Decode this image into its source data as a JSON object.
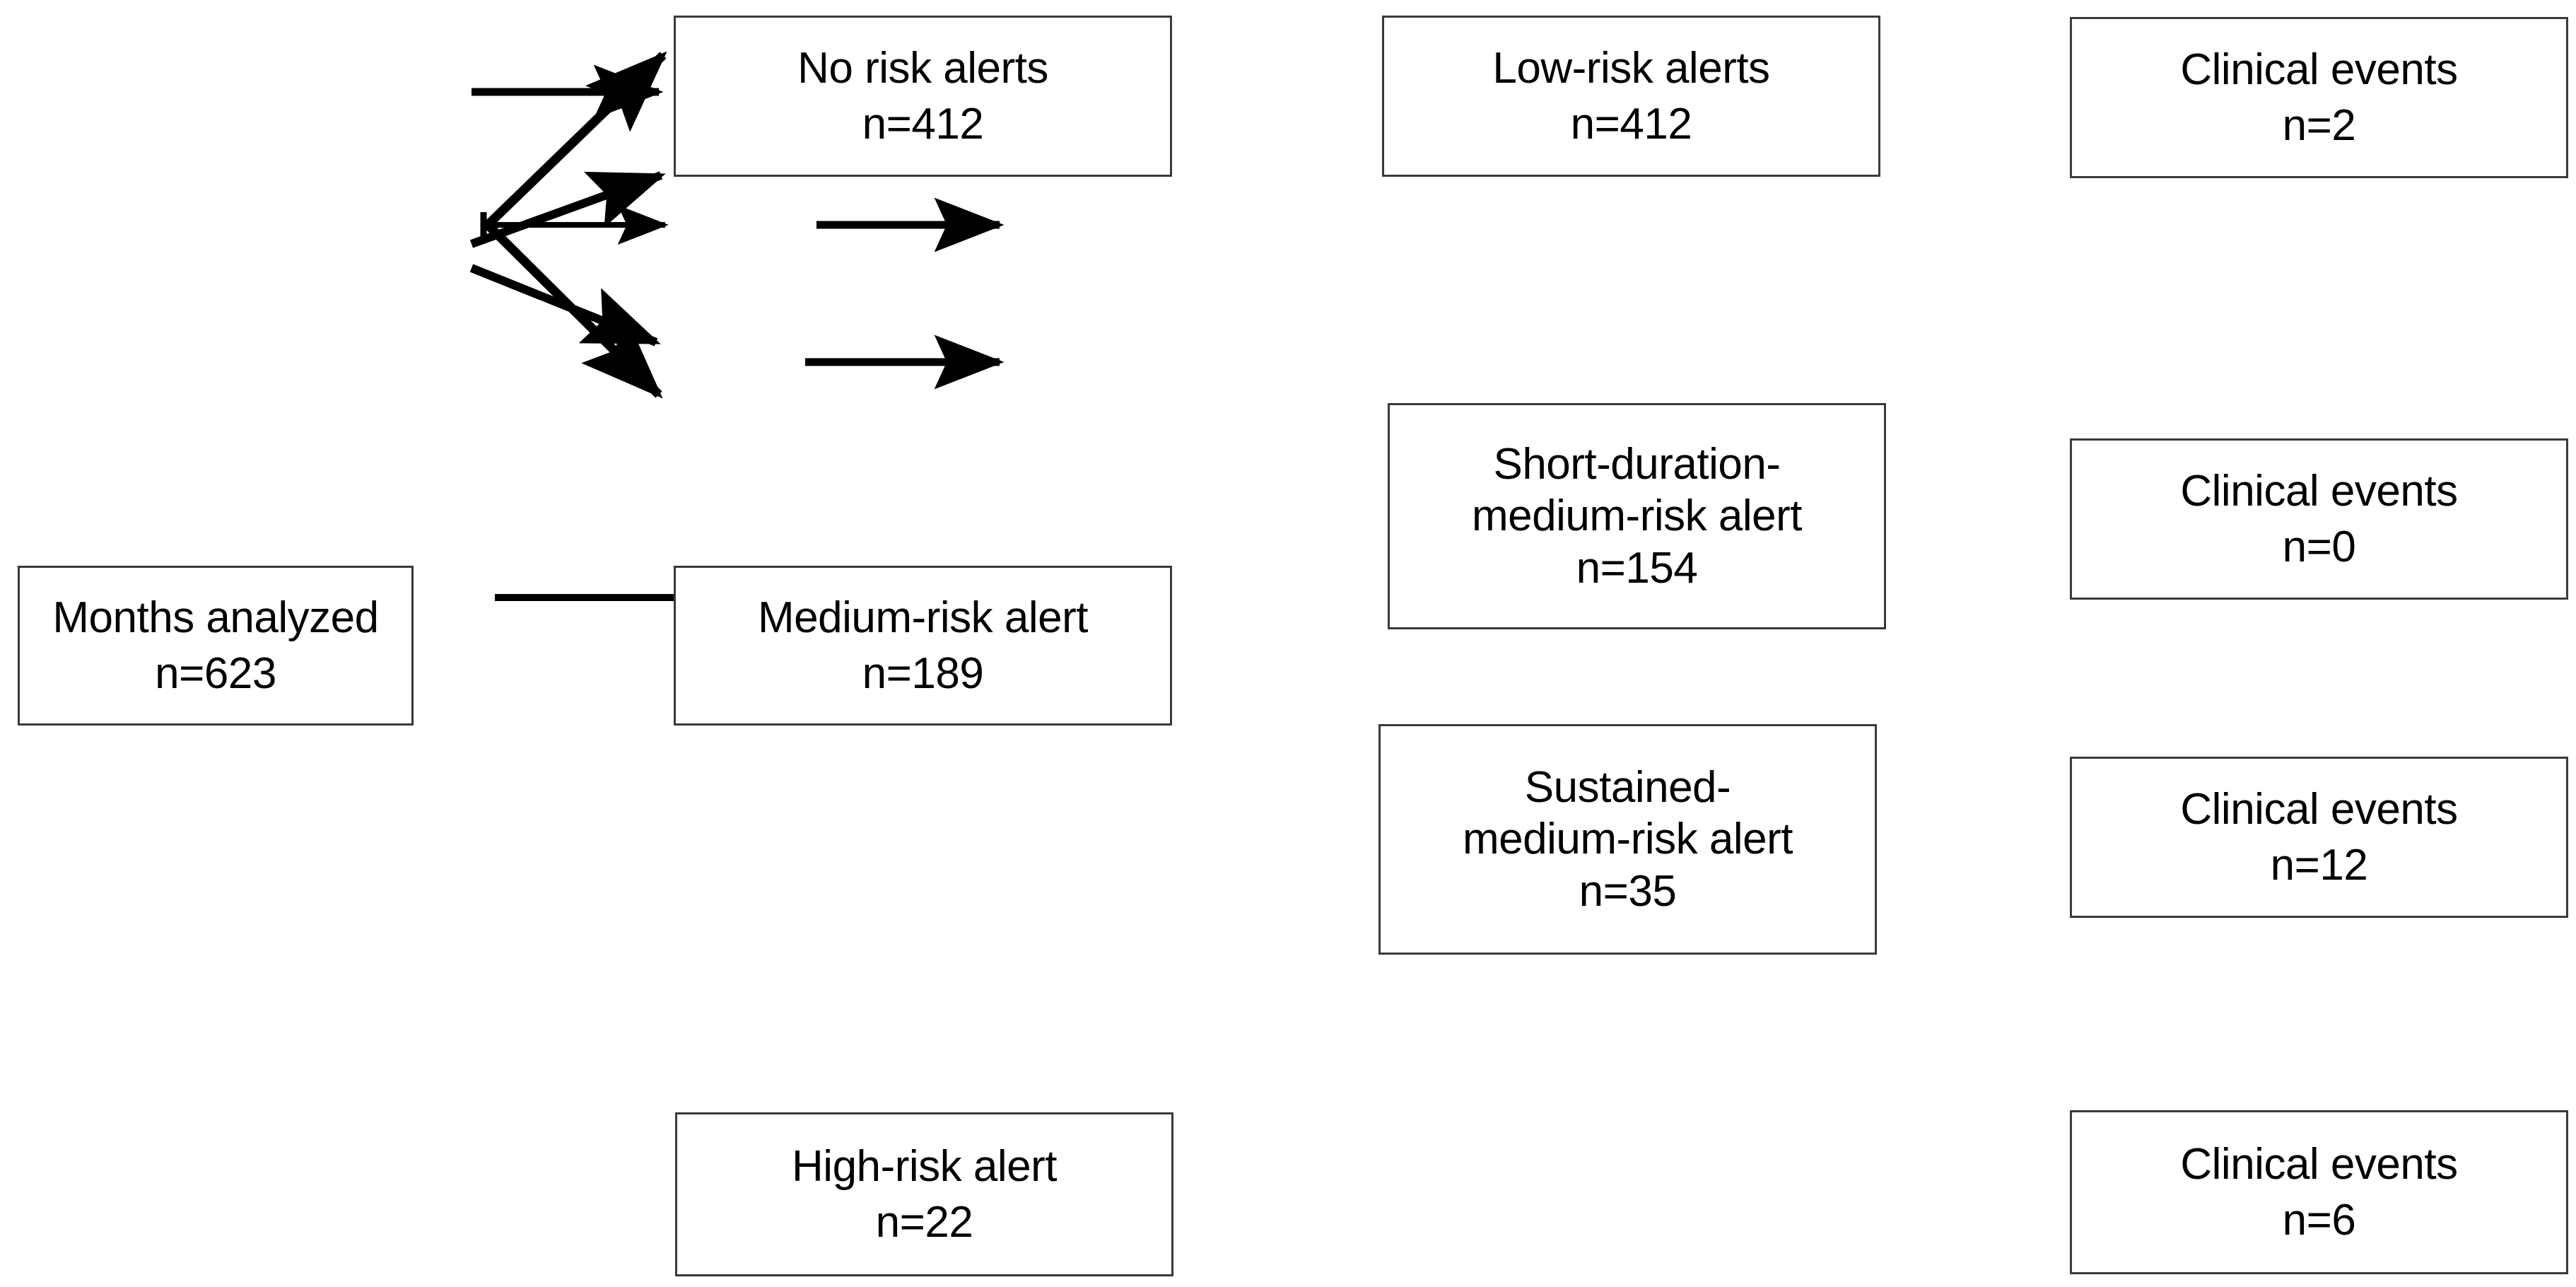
{
  "diagram": {
    "title": "Risk alert clinical outcome flow diagram",
    "type": "flowchart",
    "background_color": "#ffffff",
    "box_border_color": "#3a3a3a",
    "text_color": "#000000",
    "arrow_color": "#000000",
    "nodes": [
      {
        "id": "months-analyzed",
        "label": "Months analyzed",
        "count_label": "n=623",
        "count": 623,
        "column": 0,
        "row": "middle"
      },
      {
        "id": "no-risk-alerts",
        "label": "No risk alerts",
        "count_label": "n=412",
        "count": 412,
        "column": 1,
        "row": "top"
      },
      {
        "id": "low-risk-alerts",
        "label": "Low-risk alerts",
        "count_label": "n=412",
        "count": 412,
        "column": 2,
        "row": "top"
      },
      {
        "id": "clinical-events-low",
        "label": "Clinical events",
        "count_label": "n=2",
        "count": 2,
        "column": 3,
        "row": "top"
      },
      {
        "id": "medium-risk-alert",
        "label": "Medium-risk alert",
        "count_label": "n=189",
        "count": 189,
        "column": 1,
        "row": "middle"
      },
      {
        "id": "short-duration-medium-risk-alert",
        "label_line_1": "Short-duration-",
        "label_line_2": "medium-risk alert",
        "count_label": "n=154",
        "count": 154,
        "column": 2,
        "row": "middle-upper"
      },
      {
        "id": "clinical-events-short-medium",
        "label": "Clinical events",
        "count_label": "n=0",
        "count": 0,
        "column": 3,
        "row": "middle-upper"
      },
      {
        "id": "sustained-medium-risk-alert",
        "label_line_1": "Sustained-",
        "label_line_2": "medium-risk alert",
        "count_label": "n=35",
        "count": 35,
        "column": 2,
        "row": "middle-lower"
      },
      {
        "id": "clinical-events-sustained-medium",
        "label": "Clinical events",
        "count_label": "n=12",
        "count": 12,
        "column": 3,
        "row": "middle-lower"
      },
      {
        "id": "high-risk-alert",
        "label": "High-risk alert",
        "count_label": "n=22",
        "count": 22,
        "column": 1,
        "row": "bottom"
      },
      {
        "id": "clinical-events-high",
        "label": "Clinical events",
        "count_label": "n=6",
        "count": 6,
        "column": 3,
        "row": "bottom"
      }
    ],
    "edges": [
      {
        "id": "edge-months-to-no-risk",
        "from": "months-analyzed",
        "to": "no-risk-alerts",
        "style": "diagonal-up"
      },
      {
        "id": "edge-months-to-medium-risk",
        "from": "months-analyzed",
        "to": "medium-risk-alert",
        "style": "straight"
      },
      {
        "id": "edge-months-to-high-risk",
        "from": "months-analyzed",
        "to": "high-risk-alert",
        "style": "diagonal-down"
      },
      {
        "id": "edge-no-risk-to-low-risk",
        "from": "no-risk-alerts",
        "to": "low-risk-alerts",
        "style": "straight"
      },
      {
        "id": "edge-low-risk-to-clinical-events",
        "from": "low-risk-alerts",
        "to": "clinical-events-low",
        "style": "straight"
      },
      {
        "id": "edge-medium-to-short-duration",
        "from": "medium-risk-alert",
        "to": "short-duration-medium-risk-alert",
        "style": "diagonal-up"
      },
      {
        "id": "edge-medium-to-sustained",
        "from": "medium-risk-alert",
        "to": "sustained-medium-risk-alert",
        "style": "diagonal-down"
      },
      {
        "id": "edge-short-duration-to-clinical-events",
        "from": "short-duration-medium-risk-alert",
        "to": "clinical-events-short-medium",
        "style": "straight"
      },
      {
        "id": "edge-sustained-to-clinical-events",
        "from": "sustained-medium-risk-alert",
        "to": "clinical-events-sustained-medium",
        "style": "straight"
      },
      {
        "id": "edge-high-risk-to-clinical-events",
        "from": "high-risk-alert",
        "to": "clinical-events-high",
        "style": "straight-long"
      }
    ]
  }
}
